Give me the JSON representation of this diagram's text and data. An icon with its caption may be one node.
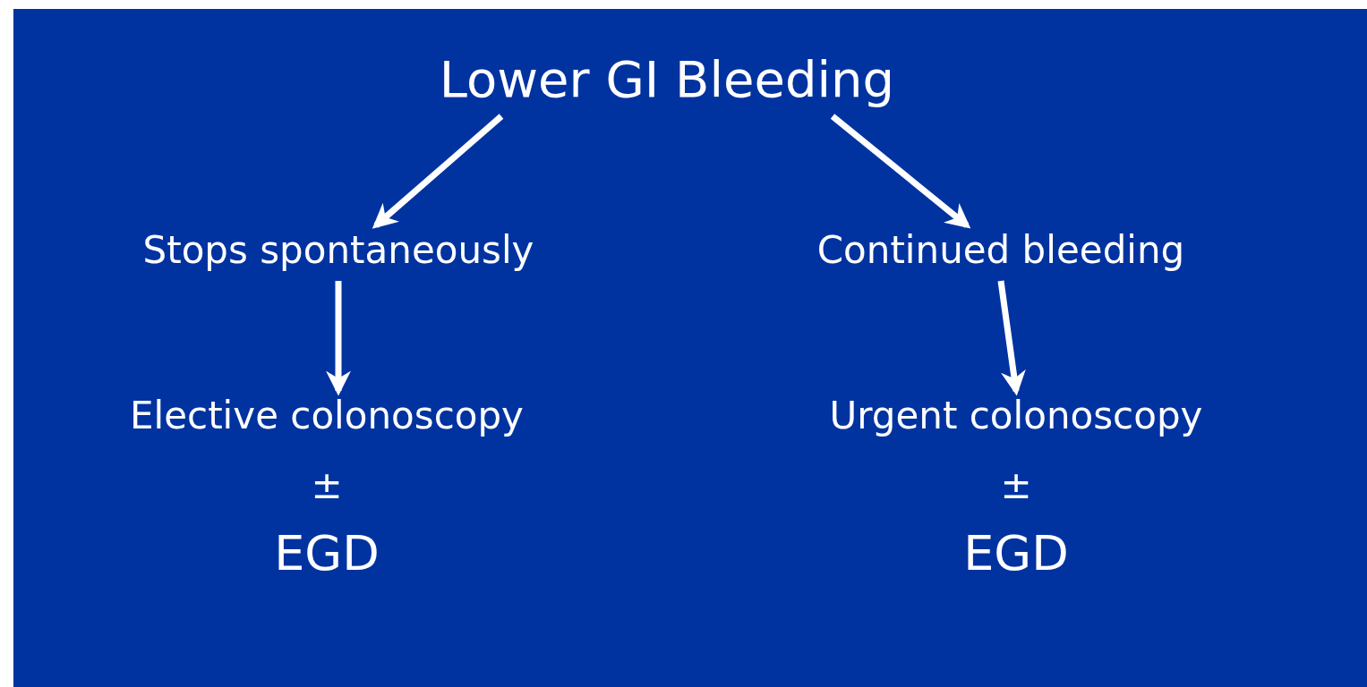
{
  "diagram": {
    "nodes": [
      {
        "text": [
          "Lower GI Bleeding"
        ]
      },
      {
        "text": [
          "Stops spontaneously"
        ]
      },
      {
        "text": [
          "Continued bleeding"
        ]
      },
      {
        "text": [
          "Elective colonoscopy",
          "±",
          "EGD"
        ]
      },
      {
        "text": [
          "Urgent colonoscopy",
          "±",
          "EGD"
        ]
      }
    ],
    "edges": [
      {
        "from": 0,
        "to": 1,
        "arrow": "to"
      },
      {
        "from": 0,
        "to": 2,
        "arrow": "to"
      },
      {
        "from": 1,
        "to": 3,
        "arrow": "to"
      },
      {
        "from": 2,
        "to": 4,
        "arrow": "to"
      }
    ]
  }
}
